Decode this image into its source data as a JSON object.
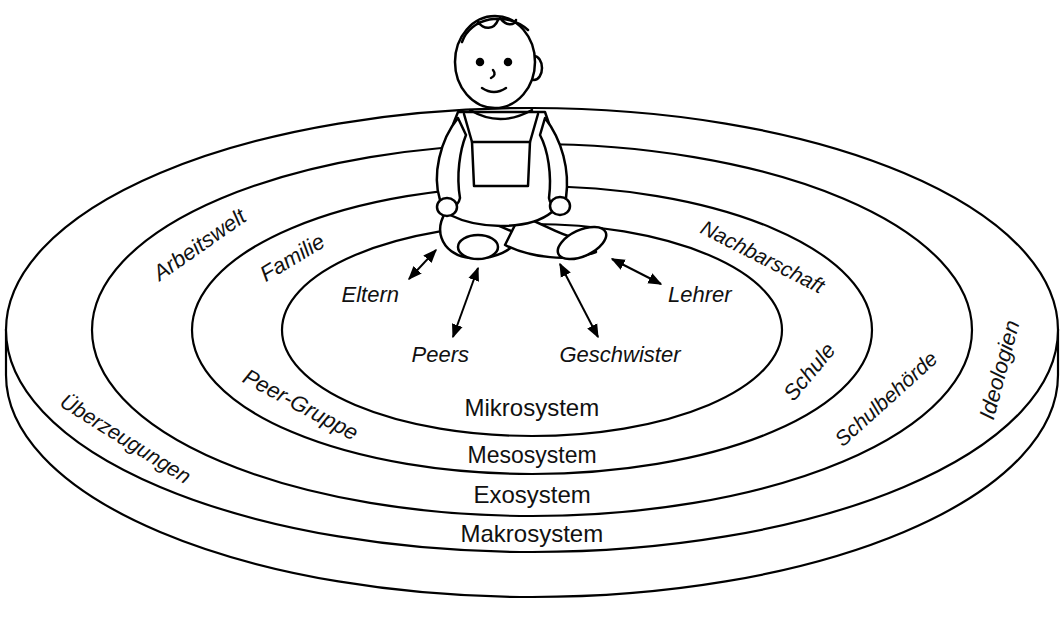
{
  "diagram": {
    "nodes": [
      {
        "text": [
          "Überzeugungen",
          "Ideologien",
          "Makrosystem"
        ]
      },
      {
        "text": [
          "Arbeitswelt",
          "Schulbehörde",
          "Exosystem"
        ],
        "in": 0
      },
      {
        "text": [
          "Familie",
          "Nachbarschaft",
          "Peer-Gruppe",
          "Schule",
          "Mesosystem"
        ],
        "in": 1
      },
      {
        "text": [
          "Eltern",
          "Lehrer",
          "Peers",
          "Geschwister",
          "Mikrosystem"
        ],
        "in": 2
      }
    ]
  }
}
